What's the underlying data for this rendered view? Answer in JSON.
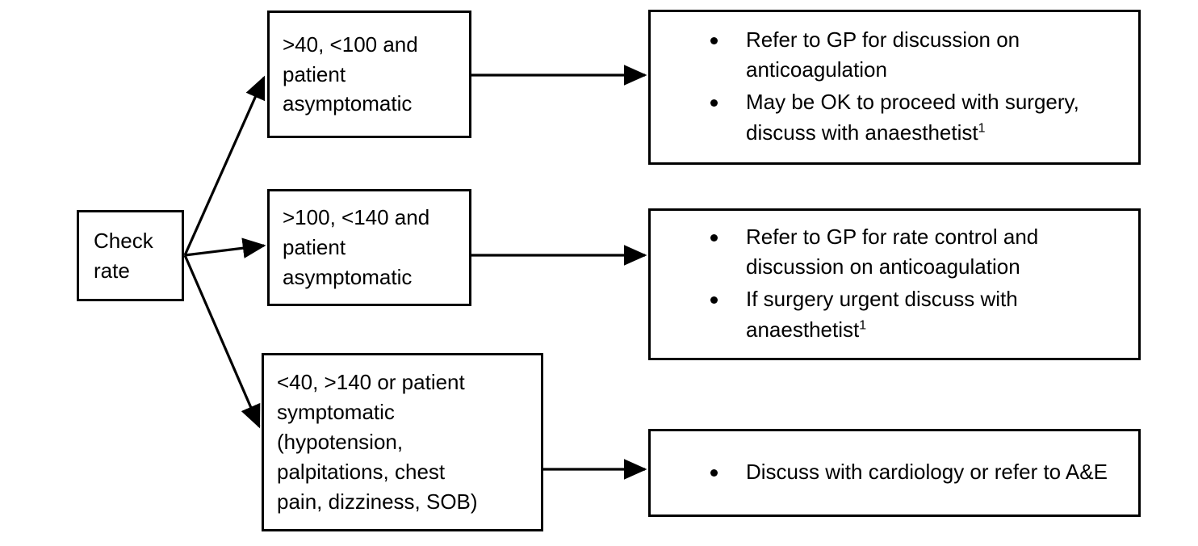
{
  "diagram": {
    "title": "Atrial fibrillation rate check decision flowchart",
    "line_color": "#000000",
    "background": "#ffffff",
    "start": {
      "id": "check-rate",
      "label": "Check\nrate"
    },
    "conditions": [
      {
        "id": "cond-1",
        "label": ">40, <100 and\npatient\nasymptomatic"
      },
      {
        "id": "cond-2",
        "label": ">100, <140 and\npatient\nasymptomatic"
      },
      {
        "id": "cond-3",
        "label": "<40, >140 or patient\nsymptomatic\n(hypotension,\npalpitations, chest\npain, dizziness, SOB)"
      }
    ],
    "outcomes": [
      {
        "id": "out-1",
        "bullets": [
          {
            "text": "Refer to GP for discussion on anticoagulation",
            "superscript": ""
          },
          {
            "text": "May be OK to proceed with surgery, discuss with anaesthetist",
            "superscript": "1"
          }
        ]
      },
      {
        "id": "out-2",
        "bullets": [
          {
            "text": "Refer to GP for rate control and discussion on anticoagulation",
            "superscript": ""
          },
          {
            "text": "If surgery urgent discuss with anaesthetist",
            "superscript": "1"
          }
        ]
      },
      {
        "id": "out-3",
        "bullets": [
          {
            "text": "Discuss with cardiology or refer to A&E",
            "superscript": ""
          }
        ]
      }
    ],
    "edges": [
      {
        "id": "edge-start-cond1",
        "from": "check-rate",
        "to": "cond-1",
        "kind": "diagonal-up"
      },
      {
        "id": "edge-start-cond2",
        "from": "check-rate",
        "to": "cond-2",
        "kind": "horizontal"
      },
      {
        "id": "edge-start-cond3",
        "from": "check-rate",
        "to": "cond-3",
        "kind": "diagonal-down"
      },
      {
        "id": "edge-cond1-out1",
        "from": "cond-1",
        "to": "out-1",
        "kind": "horizontal"
      },
      {
        "id": "edge-cond2-out2",
        "from": "cond-2",
        "to": "out-2",
        "kind": "horizontal"
      },
      {
        "id": "edge-cond3-out3",
        "from": "cond-3",
        "to": "out-3",
        "kind": "horizontal"
      }
    ]
  }
}
